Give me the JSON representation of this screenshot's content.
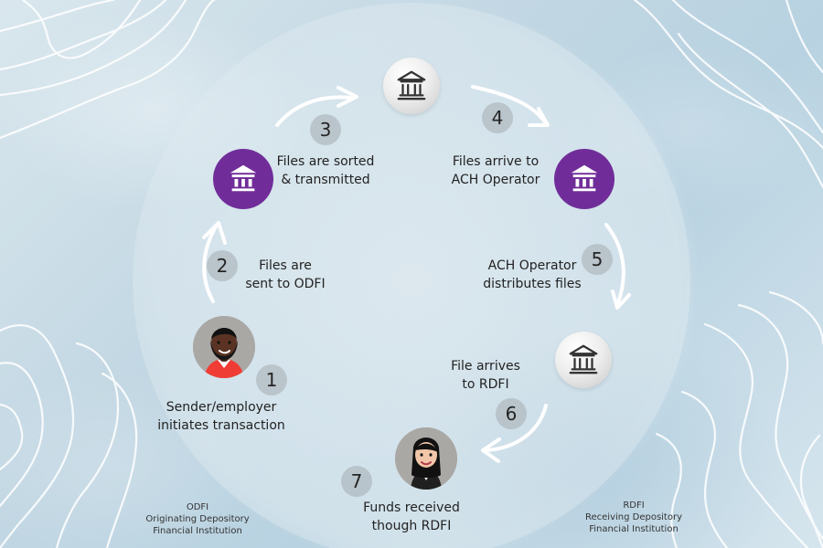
{
  "colors": {
    "purple_bank": "#702d99",
    "gray_step": "#aeb8be",
    "text": "#222222",
    "arrow": "#ffffff"
  },
  "steps": [
    {
      "number": "1",
      "label_lines": [
        "Sender/employer",
        "initiates transaction"
      ]
    },
    {
      "number": "2",
      "label_lines": [
        "Files are",
        "sent to ODFI"
      ]
    },
    {
      "number": "3",
      "label_lines": [
        "Files are sorted",
        "& transmitted"
      ]
    },
    {
      "number": "4",
      "label_lines": [
        "Files arrive to",
        "ACH Operator"
      ]
    },
    {
      "number": "5",
      "label_lines": [
        "ACH Operator",
        "distributes files"
      ]
    },
    {
      "number": "6",
      "label_lines": [
        "File arrives",
        "to RDFI"
      ]
    },
    {
      "number": "7",
      "label_lines": [
        "Funds received",
        "though RDFI"
      ]
    }
  ],
  "notes": {
    "odfi": {
      "title": "ODFI",
      "line1": "Originating  Depository",
      "line2": "Financial Institution"
    },
    "rdfi": {
      "title": "RDFI",
      "line1": "Receiving  Depository",
      "line2": "Financial Institution"
    }
  },
  "icons": {
    "top_bank": "bank-icon",
    "odfi_bank": "bank-icon",
    "ach_operator_bank": "bank-icon",
    "rdfi_bank": "bank-icon",
    "sender": "man-avatar-icon",
    "receiver": "woman-avatar-icon"
  }
}
